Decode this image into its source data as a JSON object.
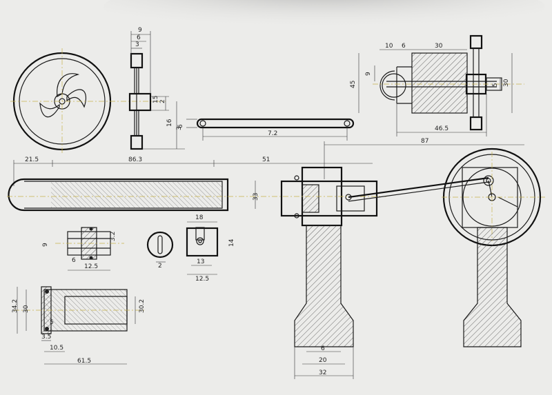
{
  "dims": {
    "flywheel_side_w": "9",
    "flywheel_side_w2": "6",
    "flywheel_side_w3": "3",
    "flywheel_side_h": "15",
    "flywheel_side_h2": "16",
    "flywheel_side_h3": "2",
    "flywheel_side_h4": "3",
    "rod_len": "7.2",
    "rod_d": "6",
    "cyl_a": "10",
    "cyl_b": "6",
    "cyl_c": "30",
    "cyl_h": "45",
    "cyl_h2": "9",
    "cyl_h3": "30",
    "cyl_h4": "5",
    "cyl_total": "46.5",
    "main_left": "21.5",
    "main_mid": "86.3",
    "main_right": "51",
    "main_span": "87",
    "main_h": "33",
    "base_a": "6",
    "base_b": "20",
    "base_c": "32",
    "small_a": "12.5",
    "small_b": "6",
    "small_c": "3.2",
    "small_d": "9",
    "washer_a": "2",
    "block_a": "18",
    "block_b": "13",
    "block_c": "12.5",
    "block_d": "14",
    "tube_a": "34.2",
    "tube_b": "30",
    "tube_c": "30.2",
    "tube_d": "5",
    "tube_e": "61.5",
    "tube_f": "10.5",
    "tube_g": "3.5"
  }
}
